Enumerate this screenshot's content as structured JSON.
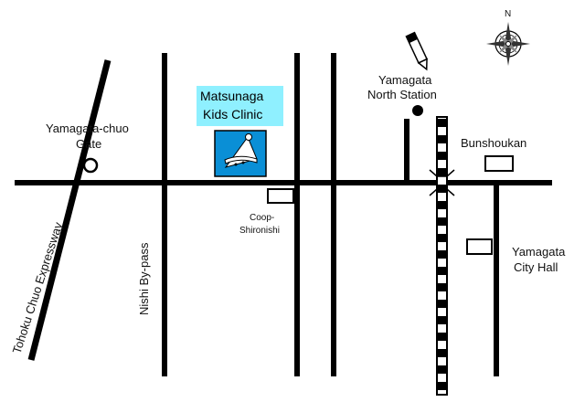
{
  "clinic": {
    "name_line1": "Matsunaga",
    "name_line2": "Kids Clinic",
    "label_bg": "#8ff0ff",
    "logo_bg": "#0a8fd6"
  },
  "labels": {
    "gate_line1": "Yamagata-chuo",
    "gate_line2": "Gate",
    "expressway": "Tohoku Chuo Expressway",
    "bypass": "Nishi By-pass",
    "station_line1": "Yamagata",
    "station_line2": "North Station",
    "bunshoukan": "Bunshoukan",
    "coop_line1": "Coop-",
    "coop_line2": "Shironishi",
    "city_hall_line1": "Yamagata",
    "city_hall_line2": "City Hall",
    "compass_n": "N"
  },
  "colors": {
    "road": "#000000",
    "clinic_accent": "#0a8fd6",
    "clinic_label": "#8ff0ff"
  }
}
